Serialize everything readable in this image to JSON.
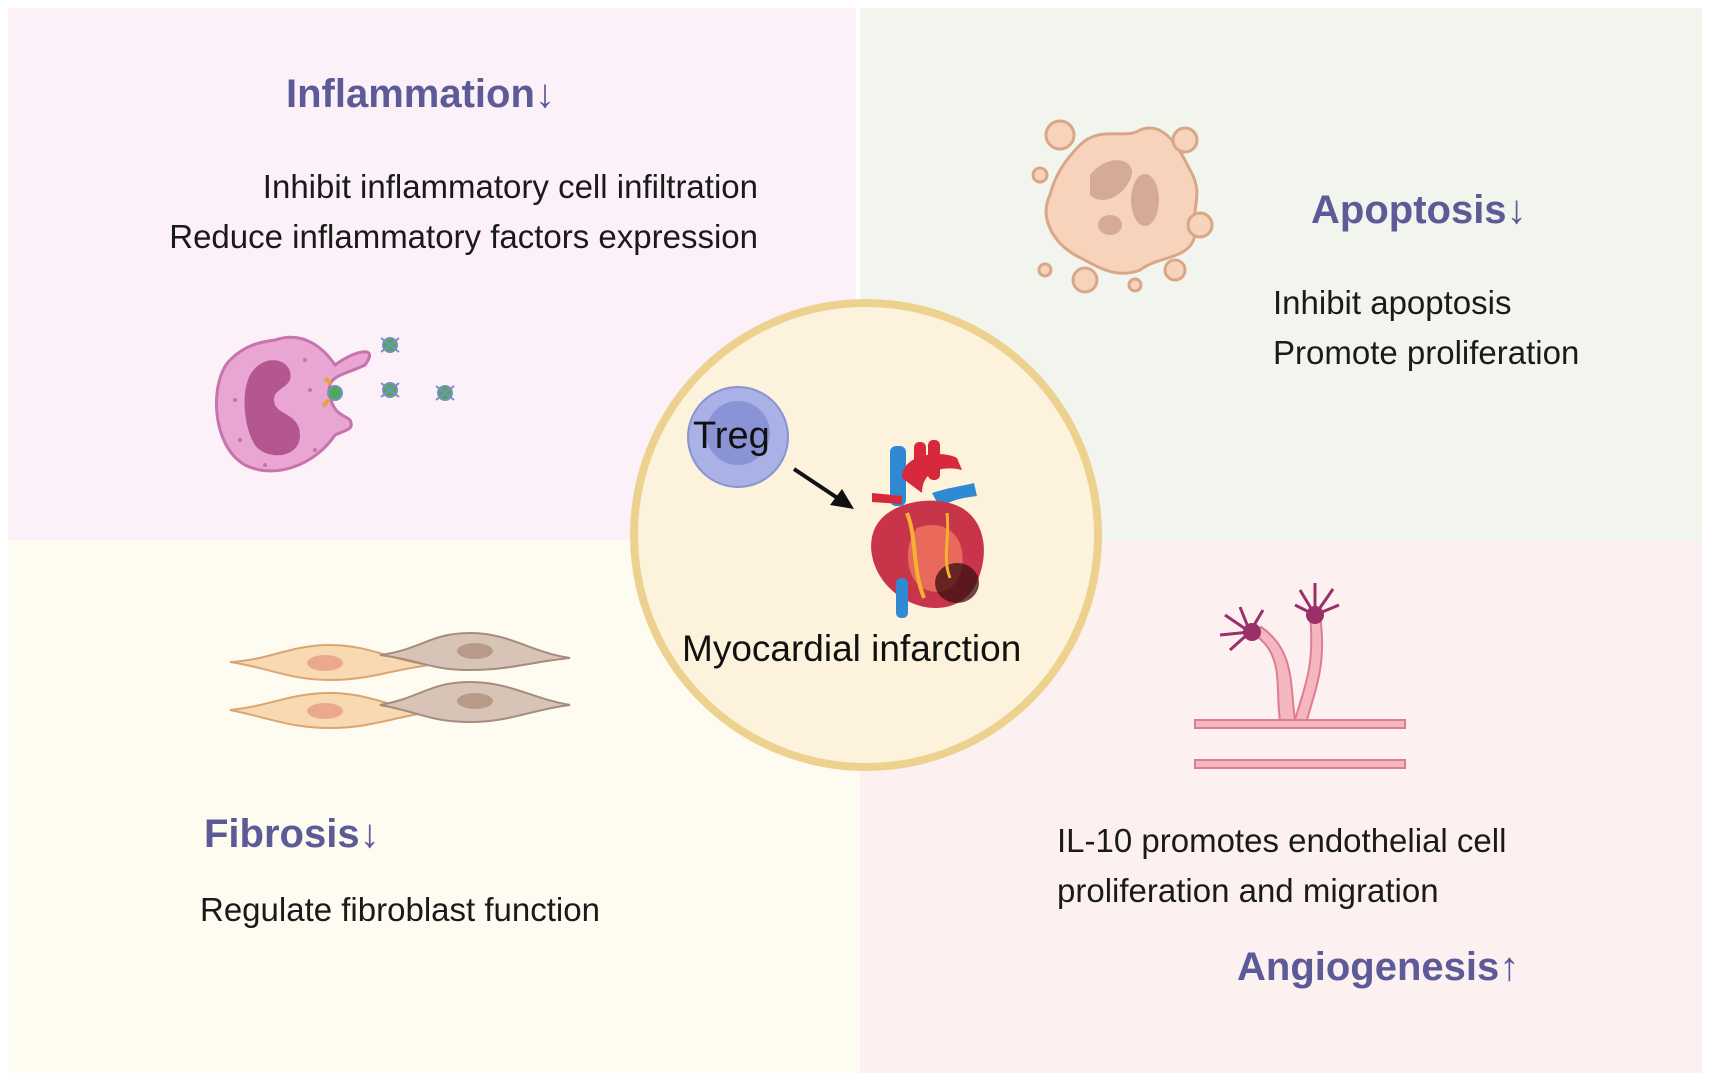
{
  "inflammation": {
    "title": "Inflammation↓",
    "lines": [
      "Inhibit inflammatory cell infiltration",
      "Reduce inflammatory factors expression"
    ]
  },
  "apoptosis": {
    "title": "Apoptosis↓",
    "lines": [
      "Inhibit apoptosis",
      "Promote proliferation"
    ]
  },
  "fibrosis": {
    "title": "Fibrosis↓",
    "lines": [
      "Regulate fibroblast function"
    ]
  },
  "angiogenesis": {
    "title": "Angiogenesis↑",
    "lines": [
      "IL-10 promotes endothelial cell",
      "proliferation and migration"
    ]
  },
  "center": {
    "cell_label": "Treg",
    "caption": "Myocardial infarction"
  },
  "colors": {
    "heading": "#5c5a97",
    "center_ring": "#ecd28e",
    "center_fill": "#fdf2dc",
    "treg_fill": "#a9b1e6"
  }
}
